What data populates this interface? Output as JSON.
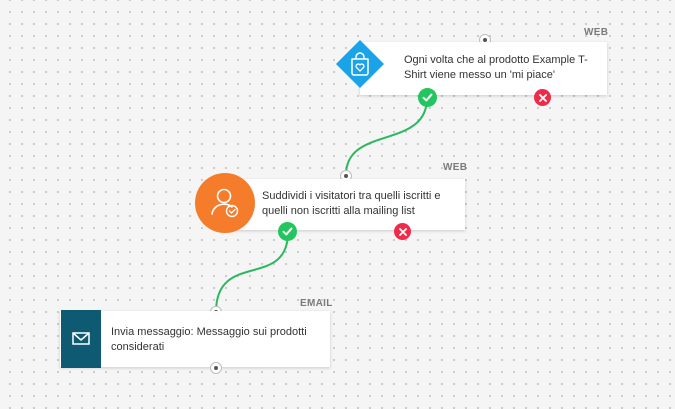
{
  "colors": {
    "trigger_icon": "#1aa3e8",
    "condition_icon": "#f47c2b",
    "action_icon": "#0d5a72",
    "yes": "#22c55e",
    "no": "#ef2b4a",
    "connector": "#2bb85f"
  },
  "nodes": [
    {
      "channel": "WEB",
      "text": "Ogni volta che al prodotto Example T-Shirt viene messo un 'mi piace'",
      "icon": "shopping-bag-heart-icon"
    },
    {
      "channel": "WEB",
      "text": "Suddividi i visitatori tra quelli iscritti e quelli non iscritti alla mailing list",
      "icon": "user-check-icon"
    },
    {
      "channel": "EMAIL",
      "text": "Invia messaggio: Messaggio sui prodotti considerati",
      "icon": "envelope-icon"
    }
  ]
}
